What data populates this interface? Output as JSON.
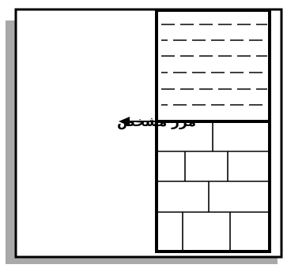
{
  "diagram": {
    "boundary_label": "مرز مشخص",
    "colors": {
      "shadow": "#a9a9a9",
      "frame": "#000000",
      "background": "#ffffff"
    },
    "upper_layer": {
      "pattern": "dashed-lines",
      "rows": 6
    },
    "lower_layer": {
      "pattern": "brick",
      "rows": 4
    }
  }
}
